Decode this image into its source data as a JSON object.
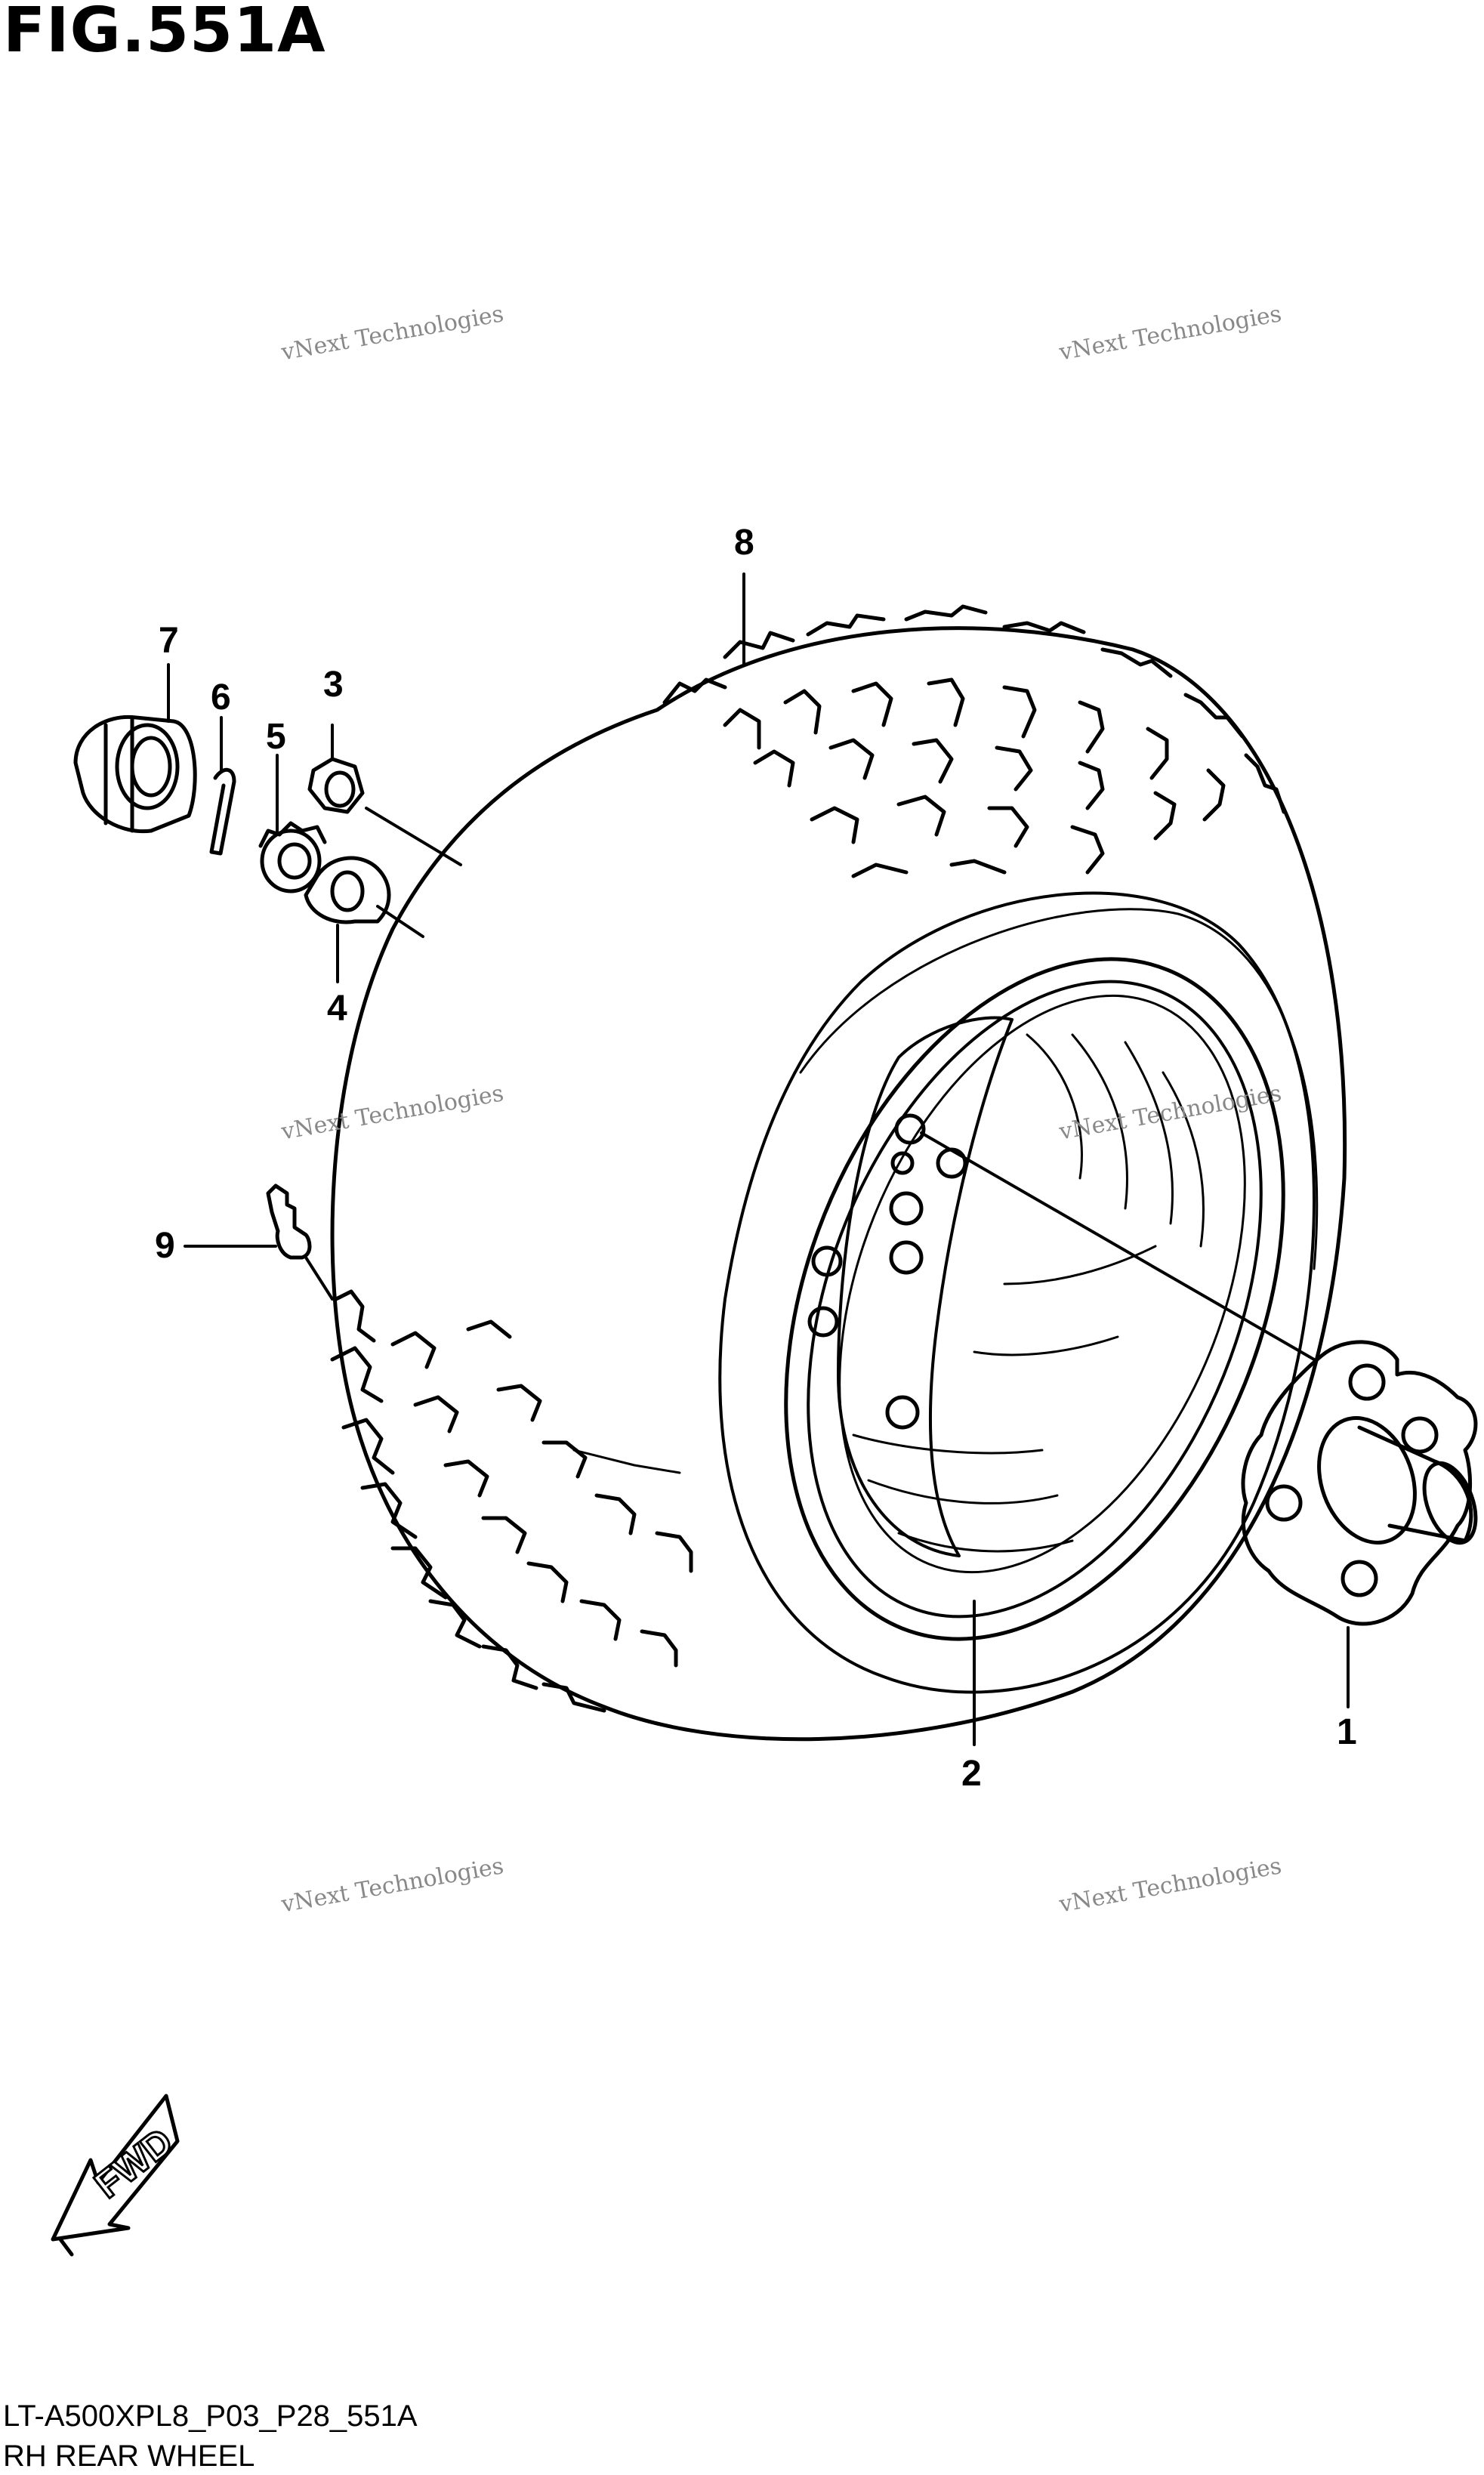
{
  "figure": {
    "title": "FIG.551A",
    "code": "LT-A500XPL8_P03_P28_551A",
    "caption": "RH REAR WHEEL"
  },
  "callouts": [
    {
      "id": "1",
      "part": "hub"
    },
    {
      "id": "2",
      "part": "wheel-rim"
    },
    {
      "id": "3",
      "part": "wheel-nut"
    },
    {
      "id": "4",
      "part": "washer"
    },
    {
      "id": "5",
      "part": "castle-nut"
    },
    {
      "id": "6",
      "part": "cotter-pin"
    },
    {
      "id": "7",
      "part": "hub-cap"
    },
    {
      "id": "8",
      "part": "tire"
    },
    {
      "id": "9",
      "part": "valve-stem"
    }
  ],
  "watermark": {
    "line1": "vNext Technologies",
    "line2": "vNext",
    "line3": "Technologies"
  },
  "direction_arrow": {
    "label": "FWD"
  },
  "colors": {
    "ink": "#000000",
    "watermark": "#b8b8b8",
    "background": "#ffffff"
  }
}
